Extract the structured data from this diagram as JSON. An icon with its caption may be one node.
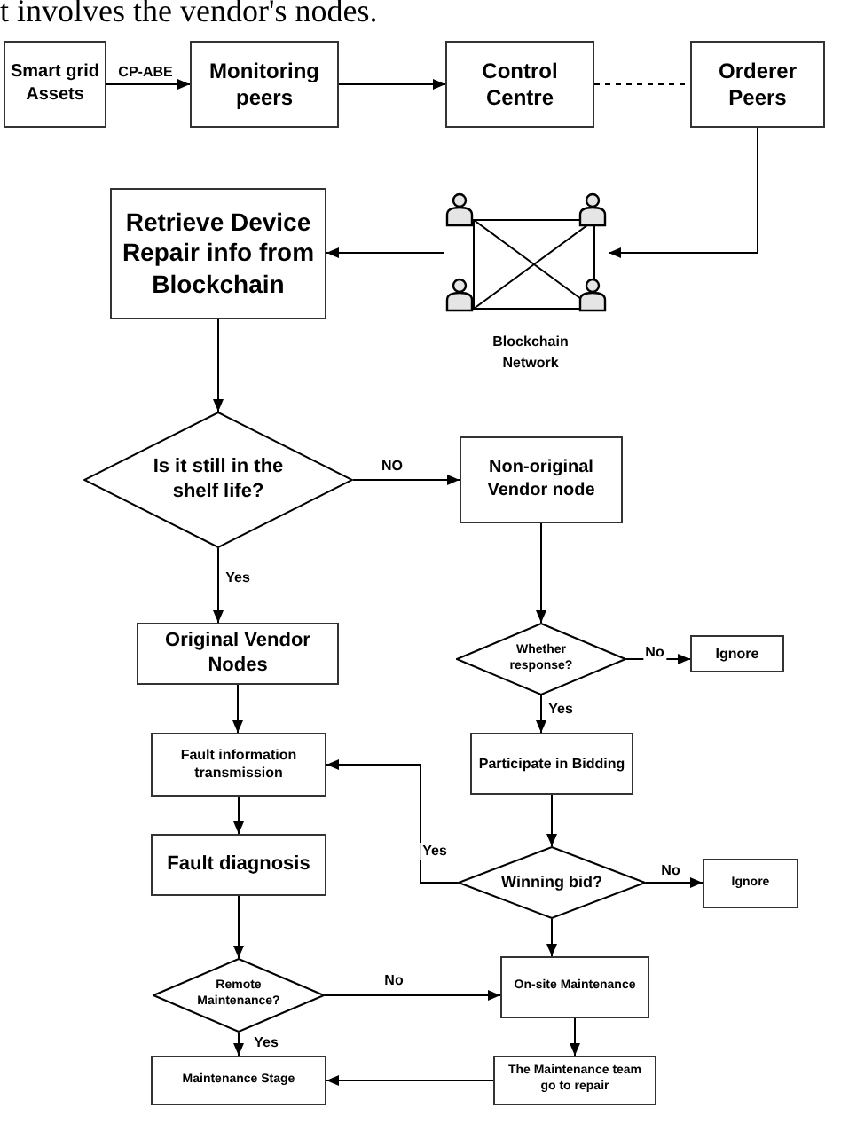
{
  "diagram": {
    "nodes": [
      {
        "text": [
          "Smart grid Assets"
        ]
      },
      {
        "text": [
          "Monitoring peers"
        ]
      },
      {
        "text": [
          "Control Centre"
        ]
      },
      {
        "text": [
          "Orderer Peers"
        ]
      },
      {
        "text": [],
        "shape": "person",
        "beside": [
          "Blockchain Network"
        ]
      },
      {
        "text": [
          "Retrieve Device Repair info from Blockchain"
        ]
      },
      {
        "text": [
          "Is it still in the shelf life?"
        ]
      },
      {
        "text": [
          "Non-original Vendor node"
        ]
      },
      {
        "text": [
          "Original Vendor Nodes"
        ]
      },
      {
        "text": [
          "Whether response?"
        ]
      },
      {
        "text": [
          "Ignore"
        ]
      },
      {
        "text": [
          "Fault information transmission"
        ]
      },
      {
        "text": [
          "Participate in Bidding"
        ]
      },
      {
        "text": [
          "Fault diagnosis"
        ]
      },
      {
        "text": [
          "Winning bid?"
        ]
      },
      {
        "text": [
          "Ignore"
        ]
      },
      {
        "text": [
          "Remote Maintenance?"
        ]
      },
      {
        "text": [
          "On-site Maintenance"
        ]
      },
      {
        "text": [
          "Maintenance Stage"
        ]
      },
      {
        "text": [
          "The Maintenance team go to repair"
        ]
      }
    ],
    "edges": [
      {
        "from": 0,
        "to": 1,
        "arrow": "to",
        "label": "CP-ABE"
      },
      {
        "from": 1,
        "to": 2,
        "arrow": "to"
      },
      {
        "from": 2,
        "to": 3,
        "arrow": "none",
        "style": "dashed"
      },
      {
        "from": 3,
        "to": 4,
        "arrow": "to"
      },
      {
        "from": 4,
        "to": 5,
        "arrow": "to"
      },
      {
        "from": 5,
        "to": 6,
        "arrow": "to"
      },
      {
        "from": 6,
        "to": 7,
        "arrow": "to",
        "label": "NO"
      },
      {
        "from": 6,
        "to": 8,
        "arrow": "to",
        "label": "Yes"
      },
      {
        "from": 7,
        "to": 9,
        "arrow": "to"
      },
      {
        "from": 9,
        "to": 10,
        "arrow": "to",
        "label": "No"
      },
      {
        "from": 9,
        "to": 12,
        "arrow": "to",
        "label": "Yes"
      },
      {
        "from": 8,
        "to": 11,
        "arrow": "to"
      },
      {
        "from": 11,
        "to": 13,
        "arrow": "to"
      },
      {
        "from": 12,
        "to": 14,
        "arrow": "to"
      },
      {
        "from": 14,
        "to": 15,
        "arrow": "to",
        "label": "No"
      },
      {
        "from": 14,
        "to": 11,
        "arrow": "to",
        "label": "Yes"
      },
      {
        "from": 14,
        "to": 17,
        "arrow": "to"
      },
      {
        "from": 13,
        "to": 16,
        "arrow": "to"
      },
      {
        "from": 16,
        "to": 17,
        "arrow": "to",
        "label": "No"
      },
      {
        "from": 16,
        "to": 18,
        "arrow": "to",
        "label": "Yes"
      },
      {
        "from": 17,
        "to": 19,
        "arrow": "to"
      },
      {
        "from": 19,
        "to": 18,
        "arrow": "to"
      }
    ],
    "labels": [
      "t involves the vendor's nodes."
    ]
  }
}
